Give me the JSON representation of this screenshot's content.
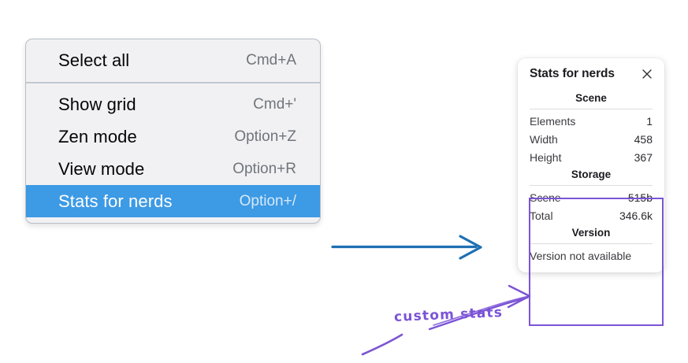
{
  "context_menu": {
    "sections": [
      {
        "items": [
          {
            "label": "Select all",
            "shortcut": "Cmd+A",
            "selected": false
          }
        ]
      },
      {
        "items": [
          {
            "label": "Show grid",
            "shortcut": "Cmd+'",
            "selected": false
          },
          {
            "label": "Zen mode",
            "shortcut": "Option+Z",
            "selected": false
          },
          {
            "label": "View mode",
            "shortcut": "Option+R",
            "selected": false
          },
          {
            "label": "Stats for nerds",
            "shortcut": "Option+/",
            "selected": true
          }
        ]
      }
    ]
  },
  "stats_panel": {
    "title": "Stats for nerds",
    "close_icon": "close-icon",
    "groups": [
      {
        "title": "Scene",
        "rows": [
          {
            "label": "Elements",
            "value": "1"
          },
          {
            "label": "Width",
            "value": "458"
          },
          {
            "label": "Height",
            "value": "367"
          }
        ]
      },
      {
        "title": "Storage",
        "rows": [
          {
            "label": "Scene",
            "value": "515b"
          },
          {
            "label": "Total",
            "value": "346.6k"
          }
        ]
      },
      {
        "title": "Version",
        "note": "Version not available"
      }
    ]
  },
  "annotations": {
    "custom_stats_label": "custom stats",
    "flow_arrow": "arrow-right-icon",
    "pointer_arrow": "arrow-pointer-icon"
  },
  "colors": {
    "menu_background": "#f1f1f3",
    "menu_border": "#b9bfc6",
    "selection_blue": "#3d9ae4",
    "shortcut_gray": "#70757b",
    "flow_arrow_blue": "#1f6fb2",
    "annotation_purple": "#7b54d6",
    "panel_background": "#ffffff",
    "divider_gray": "#dcdcde"
  }
}
